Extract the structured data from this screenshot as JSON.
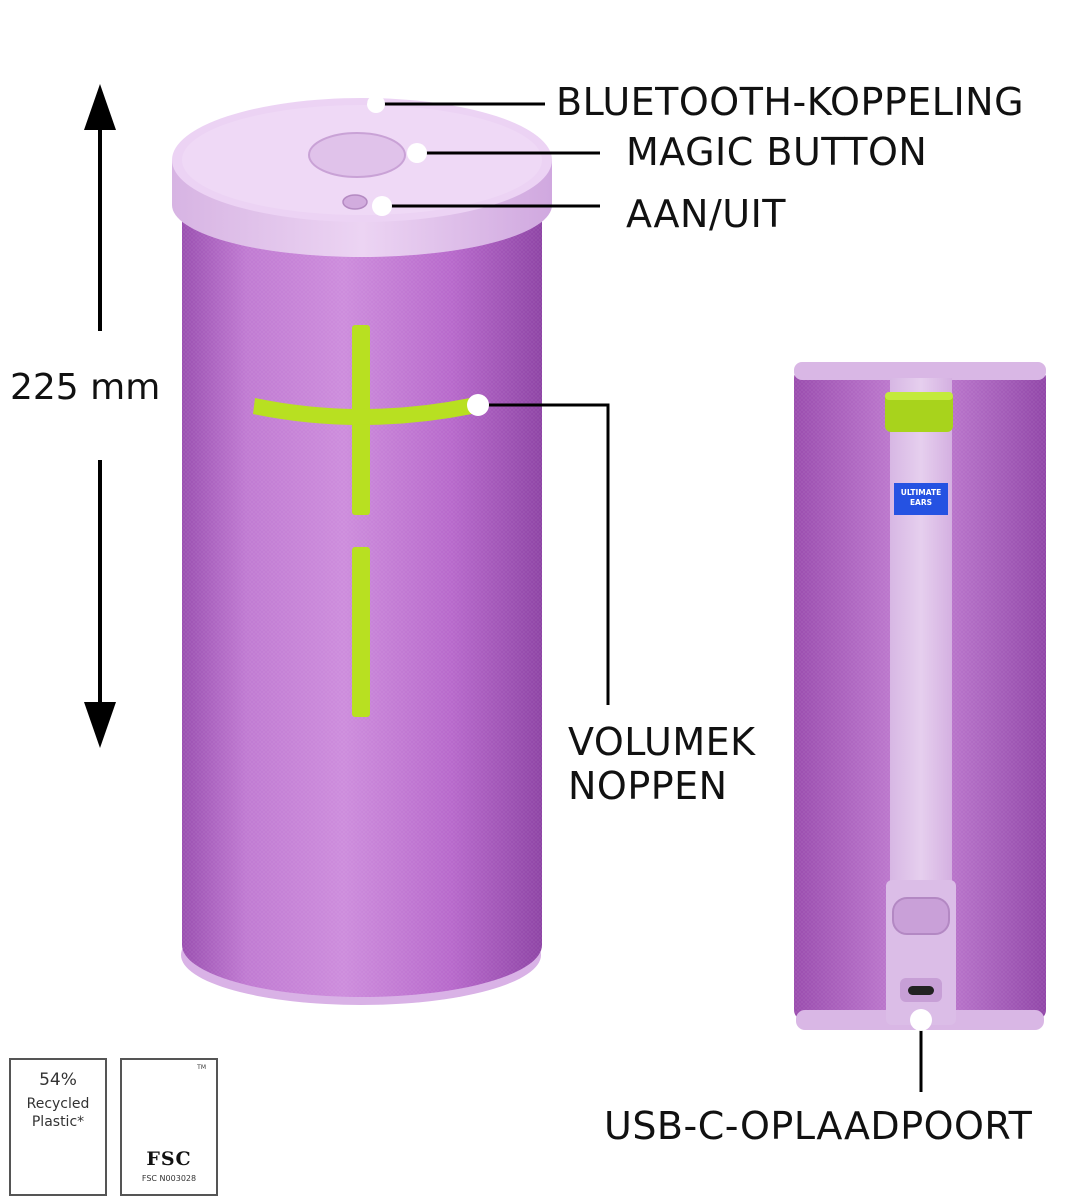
{
  "callouts": {
    "bluetooth": "BLUETOOTH-KOPPELING",
    "magic": "MAGIC BUTTON",
    "power": "AAN/UIT",
    "volume_line1": "VOLUMEK",
    "volume_line2": "NOPPEN",
    "usb": "USB-C-OPLAADPOORT"
  },
  "dimension": {
    "height": "225 mm"
  },
  "brand": {
    "line1": "ULTIMATE",
    "line2": "EARS"
  },
  "badges": {
    "recycled_percent": "54%",
    "recycled_line1": "Recycled",
    "recycled_line2": "Plastic*",
    "fsc": "FSC",
    "fsc_tm": "TM",
    "fsc_code": "FSC N003028"
  },
  "colors": {
    "body": "#b56cc9",
    "cap": "#e4c7ee",
    "accent": "#b8e021",
    "brand_label": "#2552e2",
    "text": "#111111"
  }
}
